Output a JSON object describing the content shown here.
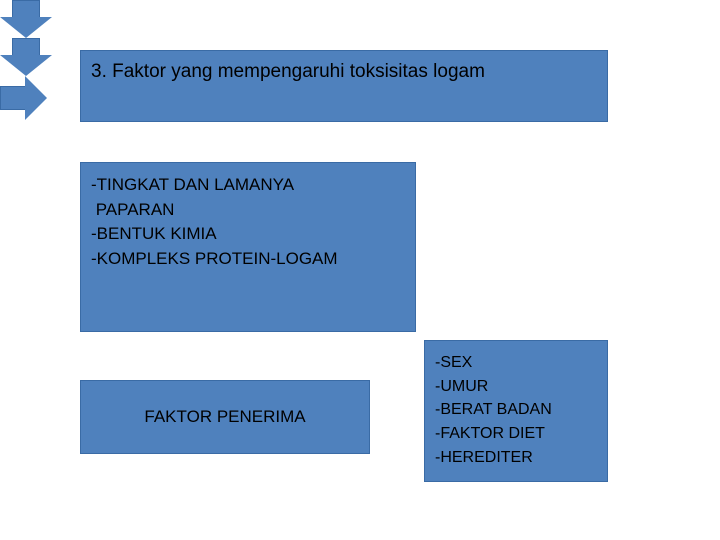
{
  "slide": {
    "background_color": "#ffffff",
    "accent_color": "#4f81bd",
    "text_color": "#000000"
  },
  "title_box": {
    "text": "3. Faktor yang mempengaruhi toksisitas logam"
  },
  "factors_box": {
    "items": [
      "-TINGKAT DAN LAMANYA",
      " PAPARAN",
      "-BENTUK KIMIA",
      "-KOMPLEKS PROTEIN-LOGAM"
    ]
  },
  "receiver_box": {
    "label": "FAKTOR PENERIMA"
  },
  "attributes_box": {
    "items": [
      "-SEX",
      "-UMUR",
      "-BERAT BADAN",
      "-FAKTOR DIET",
      "-HEREDITER"
    ]
  },
  "arrows": {
    "title_to_factors": "arrow-down-icon",
    "factors_to_receiver": "arrow-down-icon",
    "receiver_to_attributes": "arrow-right-icon"
  }
}
